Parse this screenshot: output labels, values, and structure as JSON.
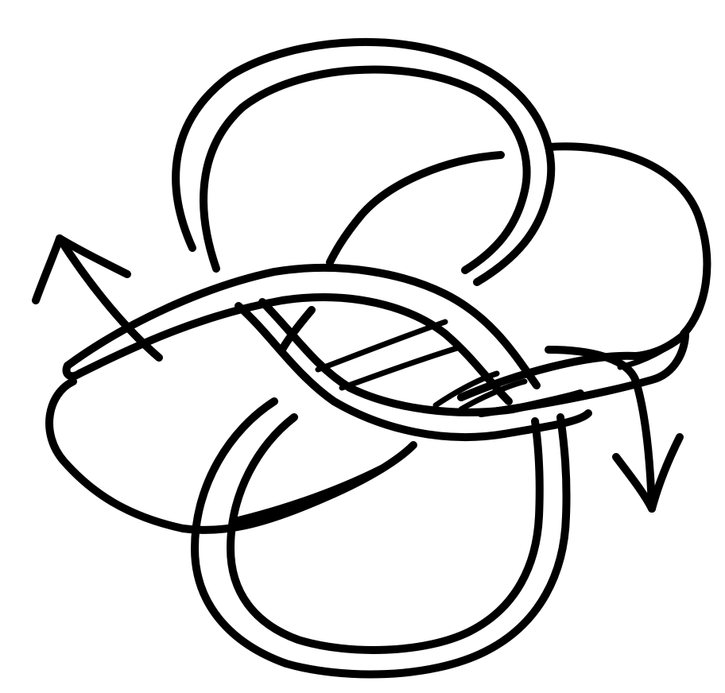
{
  "figure": {
    "kind": "hand-drawn knot diagram",
    "ink_color": "#000000",
    "paper_color": "#ffffff",
    "arrows": [
      {
        "name": "left-arrow",
        "direction": "up-left"
      },
      {
        "name": "right-arrow",
        "direction": "down"
      }
    ]
  }
}
